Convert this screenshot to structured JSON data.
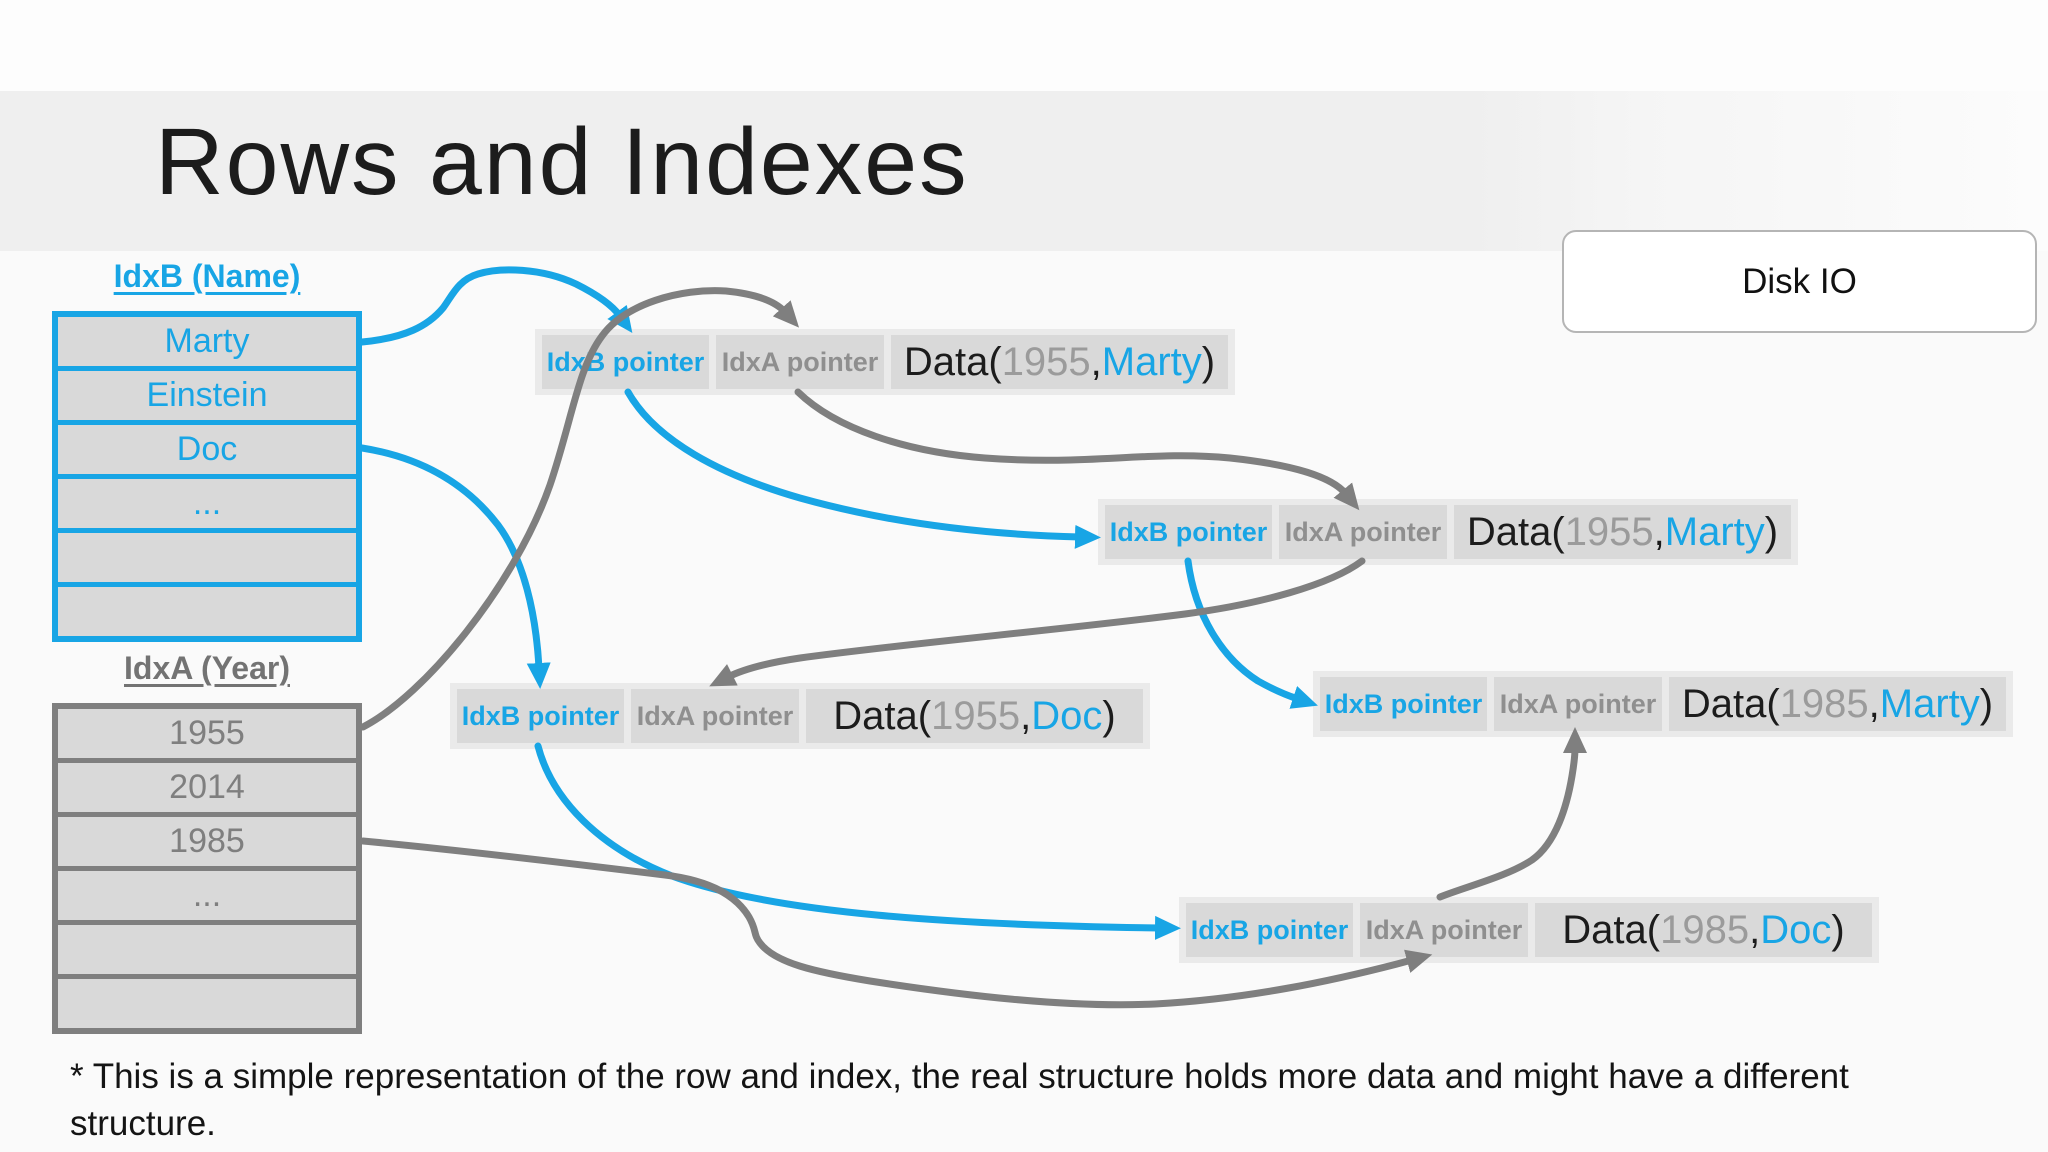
{
  "slide": {
    "title": "Rows and Indexes",
    "disk_io_label": "Disk IO",
    "footnote": "* This is a simple representation of the row and index, the real structure holds more data and might have a different structure."
  },
  "colors": {
    "accent_cyan": "#18a5e5",
    "arrow_gray": "#7f7f7f",
    "cell_gray": "#d9d9d9",
    "record_strip": "#eaeaea",
    "title_band_gray": "#efefef",
    "page_bg": "#fafafa",
    "text_dark": "#1c1c1c",
    "year_gray": "#9b9b9b"
  },
  "idxb_index": {
    "title": "IdxB (Name)",
    "rows": [
      "Marty",
      "Einstein",
      "Doc",
      "...",
      "",
      ""
    ]
  },
  "idxa_index": {
    "title": "IdxA (Year)",
    "rows": [
      "1955",
      "2014",
      "1985",
      "...",
      "",
      ""
    ]
  },
  "records": [
    {
      "idxb_label": "IdxB pointer",
      "idxa_label": "IdxA pointer",
      "data_prefix": "Data(",
      "year": "1955",
      "comma": ",",
      "name": "Marty",
      "suffix": ")"
    },
    {
      "idxb_label": "IdxB pointer",
      "idxa_label": "IdxA pointer",
      "data_prefix": "Data(",
      "year": "1955",
      "comma": ",",
      "name": "Marty",
      "suffix": ")"
    },
    {
      "idxb_label": "IdxB pointer",
      "idxa_label": "IdxA pointer",
      "data_prefix": "Data(",
      "year": "1955",
      "comma": ",",
      "name": "Doc",
      "suffix": ")"
    },
    {
      "idxb_label": "IdxB pointer",
      "idxa_label": "IdxA pointer",
      "data_prefix": "Data(",
      "year": "1985",
      "comma": ",",
      "name": "Marty",
      "suffix": ")"
    },
    {
      "idxb_label": "IdxB pointer",
      "idxa_label": "IdxA pointer",
      "data_prefix": "Data(",
      "year": "1985",
      "comma": ",",
      "name": "Doc",
      "suffix": ")"
    }
  ]
}
